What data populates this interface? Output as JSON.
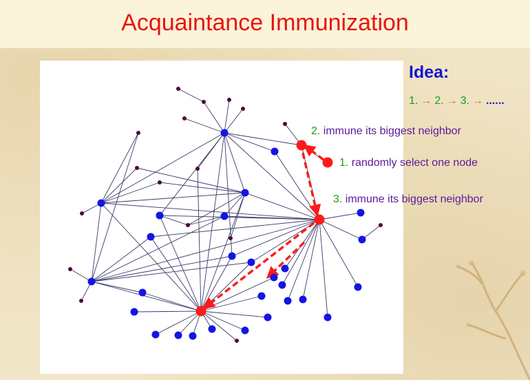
{
  "title": "Acquaintance Immunization",
  "idea": {
    "heading": "Idea:",
    "steps": [
      "1.",
      "2.",
      "3."
    ],
    "ellipsis": "......"
  },
  "annotations": {
    "step1": {
      "number": "1.",
      "text": "randomly select one node"
    },
    "step2": {
      "number": "2.",
      "text": "immune its biggest neighbor"
    },
    "step3": {
      "number": "3.",
      "text": "immune its biggest neighbor"
    }
  },
  "colors": {
    "title": "#e8140c",
    "node_blue": "#1414e6",
    "node_dark": "#4a0a3a",
    "node_highlight": "#ff1a1a",
    "edge": "#3a3a6a",
    "path_arrow": "#ff1a1a"
  }
}
